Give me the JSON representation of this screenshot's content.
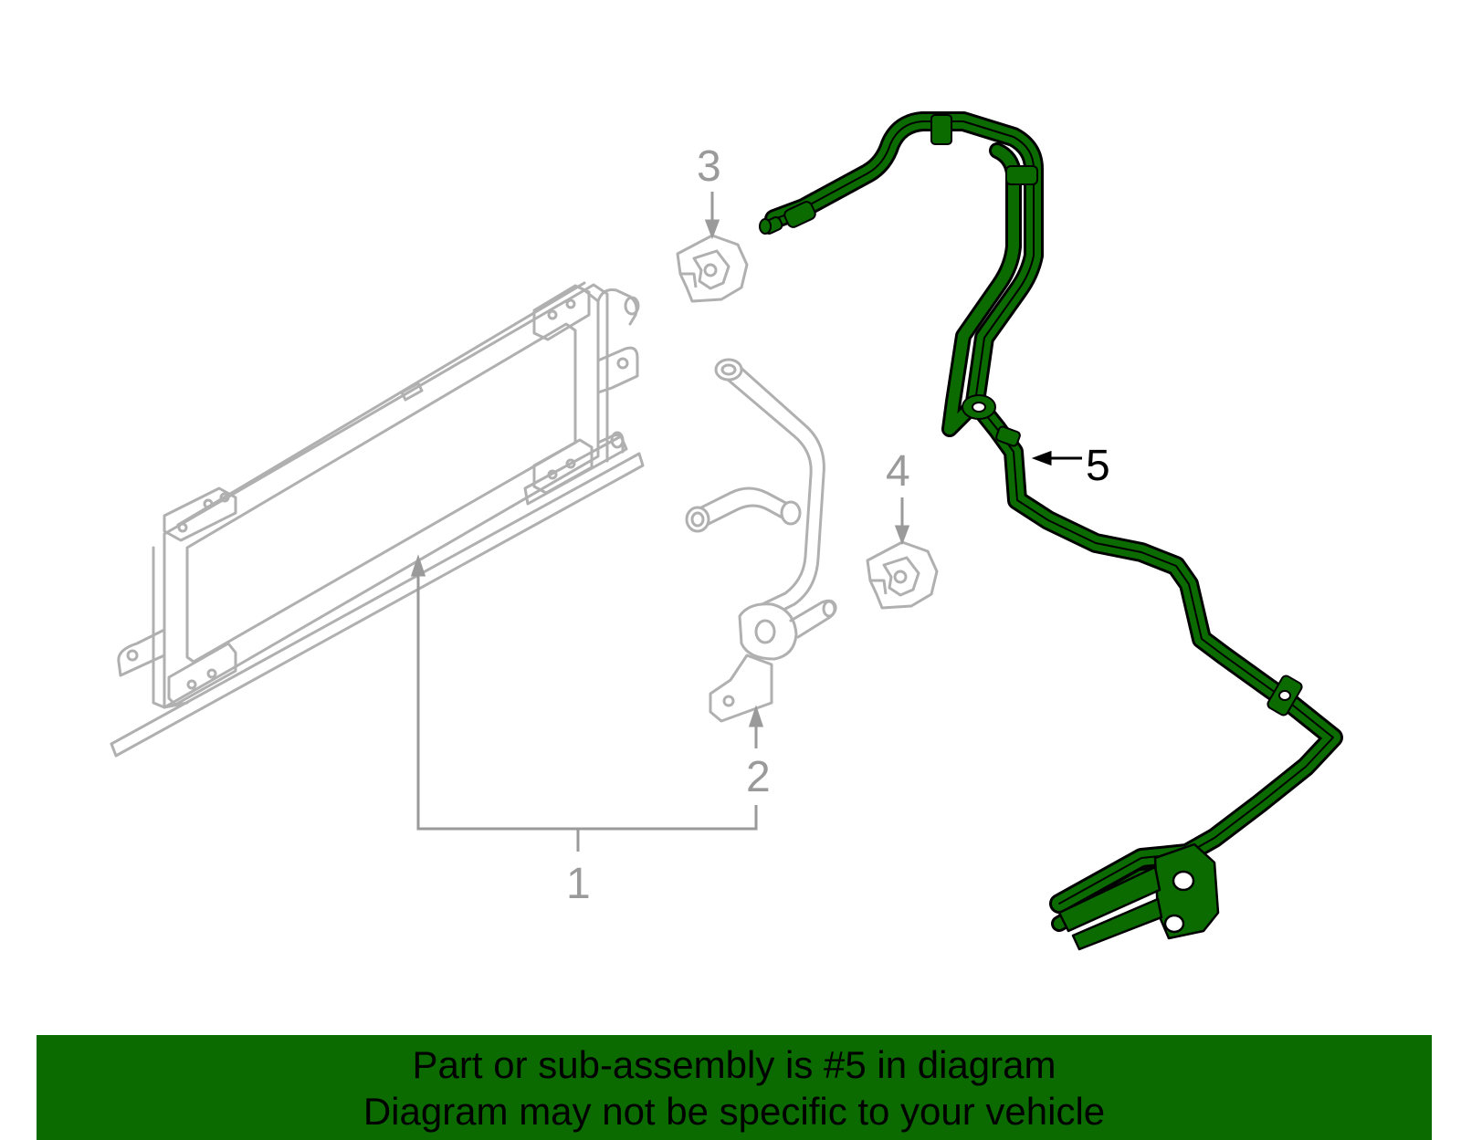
{
  "callouts": [
    {
      "number": "1",
      "style": "grey"
    },
    {
      "number": "2",
      "style": "grey"
    },
    {
      "number": "3",
      "style": "grey"
    },
    {
      "number": "4",
      "style": "grey"
    },
    {
      "number": "5",
      "style": "black"
    }
  ],
  "colors": {
    "highlight_part": "#0b6b00",
    "highlight_outline": "#000000",
    "other_parts": "#b0b0b0",
    "footer_background": "#0b6b00",
    "footer_text": "#000000",
    "leader_lines": "#9a9a9a"
  },
  "highlighted_part": "5",
  "footer": {
    "line1": "Part or sub-assembly is #5 in diagram",
    "line2": "Diagram may not be specific to your vehicle"
  }
}
